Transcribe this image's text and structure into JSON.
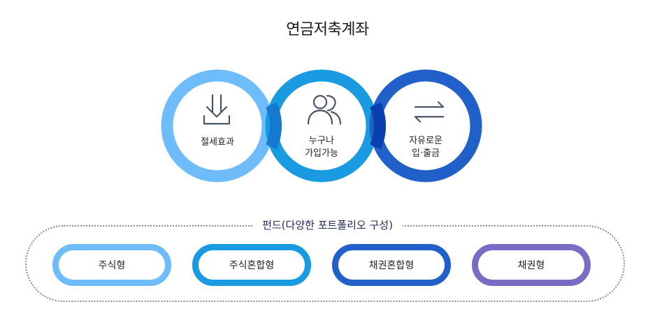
{
  "title": "연금저축계좌",
  "colors": {
    "ring1": "#6ebdfa",
    "ring2": "#1a9ae0",
    "ring3": "#2060c8",
    "overlap12": "#1479d0",
    "overlap23": "#0a3fb0",
    "icon": "#4a5562",
    "pill1": "#6ebdfa",
    "pill2": "#1a9ae0",
    "pill3": "#2060c8",
    "pill4": "#7a6cc4"
  },
  "rings": [
    {
      "icon": "download-icon",
      "lines": [
        "절세효과"
      ]
    },
    {
      "icon": "users-icon",
      "lines": [
        "누구나",
        "가입가능"
      ]
    },
    {
      "icon": "transfer-icon",
      "lines": [
        "자유로운",
        "입·출금"
      ]
    }
  ],
  "fund": {
    "title": "펀드(다양한 포트폴리오 구성)",
    "items": [
      "주식형",
      "주식혼합형",
      "채권혼합형",
      "채권형"
    ]
  }
}
